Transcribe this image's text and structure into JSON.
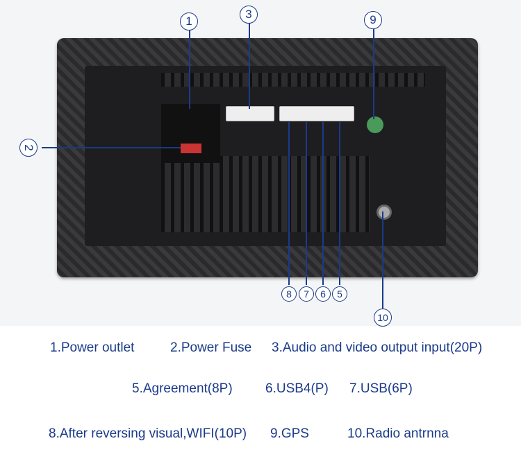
{
  "callouts": [
    "1",
    "2",
    "3",
    "8",
    "7",
    "6",
    "5",
    "9",
    "10"
  ],
  "captions": {
    "c1": "1.Power outlet",
    "c2": "2.Power Fuse",
    "c3": "3.Audio and video output input(20P)",
    "c5": "5.Agreement(8P)",
    "c6": "6.USB4(P)",
    "c7": "7.USB(6P)",
    "c8": "8.After reversing visual,WIFI(10P)",
    "c9": "9.GPS",
    "c10": "10.Radio antrnna"
  }
}
